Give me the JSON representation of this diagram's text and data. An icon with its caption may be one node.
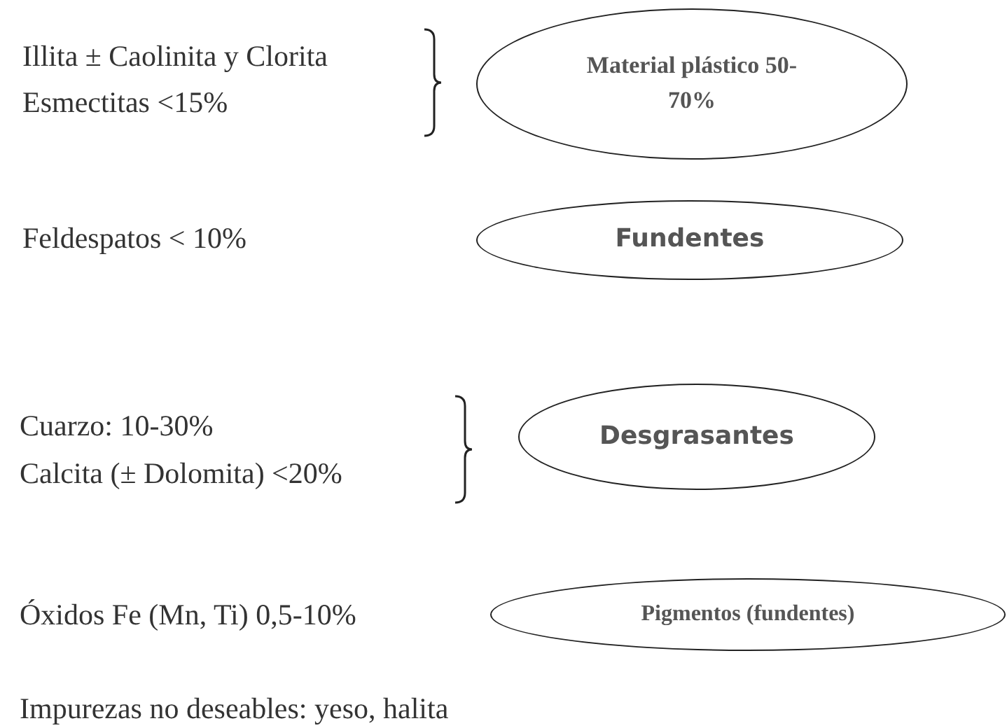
{
  "diagram": {
    "nodes": [
      {
        "text": [
          "Material plástico 50-70%"
        ]
      },
      {
        "text": [
          "Fundentes"
        ]
      },
      {
        "text": [
          "Desgrasantes"
        ]
      },
      {
        "text": [
          "Pigmentos (fundentes)"
        ]
      }
    ],
    "labels": [
      "Illita ± Caolinita y Clorita",
      "Esmectitas <15%",
      "Feldespatos < 10%",
      "Cuarzo: 10-30%",
      "Calcita (± Dolomita) <20%",
      "Óxidos Fe (Mn, Ti) 0,5-10%",
      "Impurezas no deseables: yeso, halita"
    ]
  }
}
